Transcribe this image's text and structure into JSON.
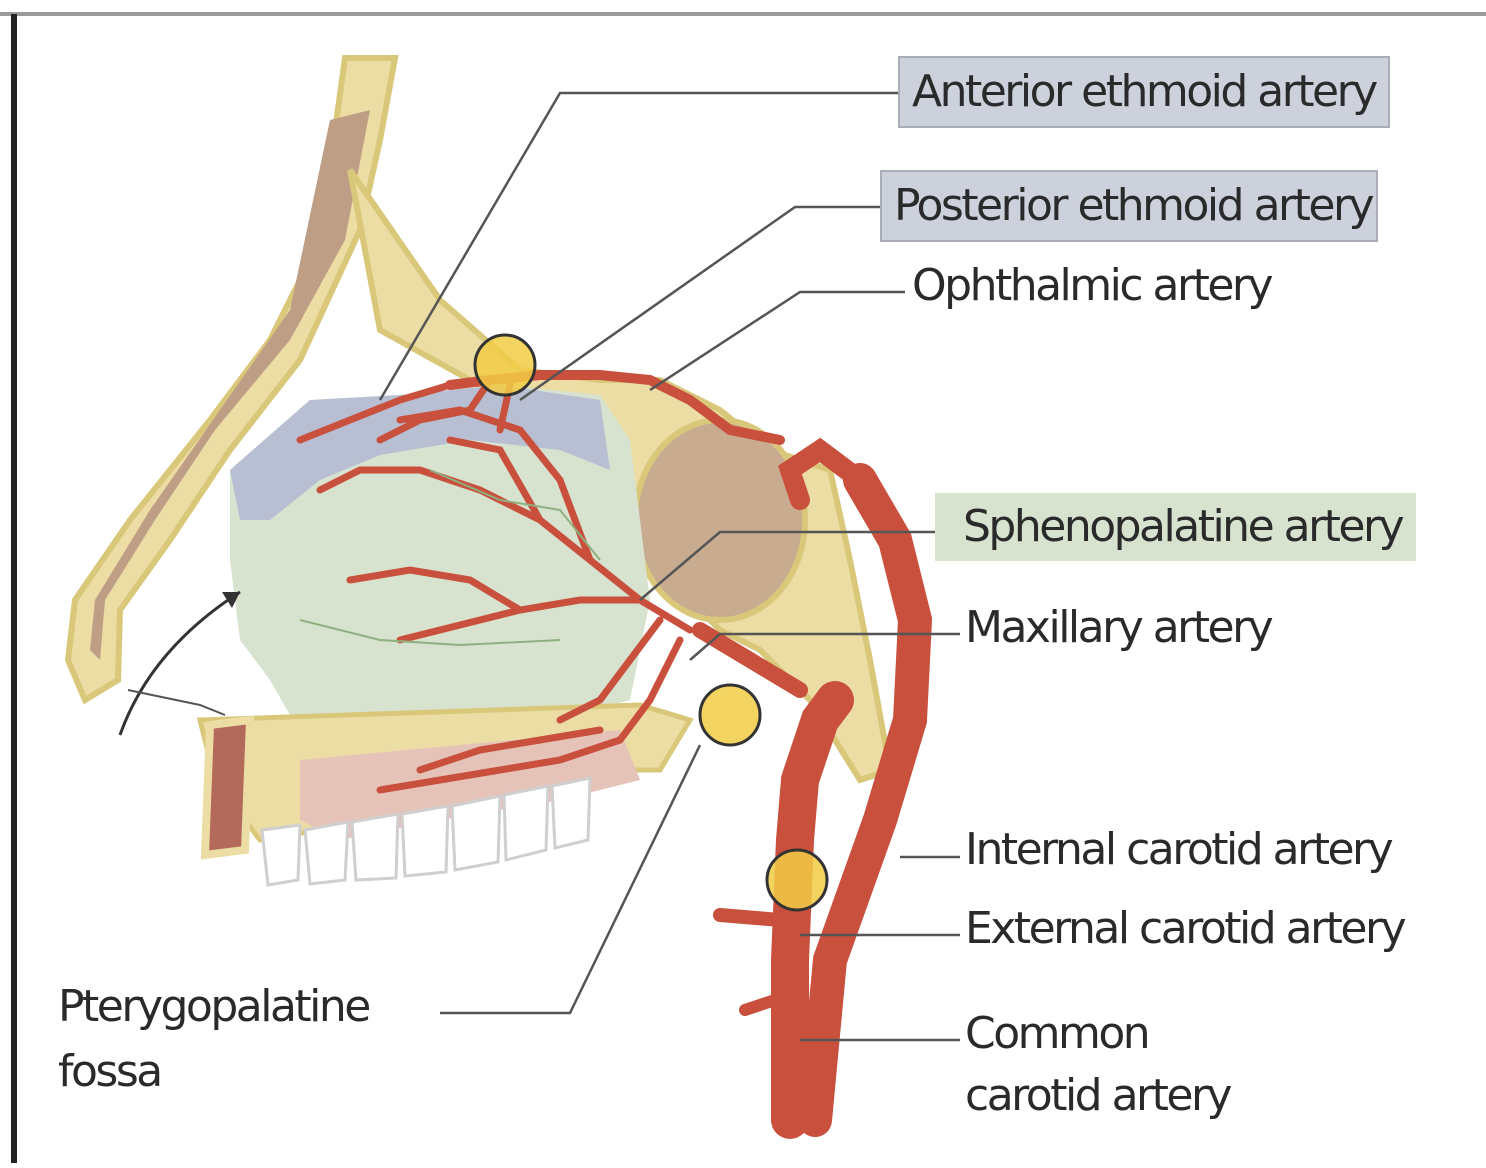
{
  "labels": {
    "anterior_ethmoid": "Anterior ethmoid artery",
    "posterior_ethmoid": "Posterior ethmoid artery",
    "ophthalmic": "Ophthalmic artery",
    "sphenopalatine": "Sphenopalatine artery",
    "maxillary": "Maxillary artery",
    "internal_carotid": "Internal carotid artery",
    "external_carotid": "External carotid artery",
    "common_carotid_line1": "Common",
    "common_carotid_line2": "carotid artery",
    "pterygopalatine_line1": "Pterygopalatine",
    "pterygopalatine_line2": "fossa"
  },
  "colors": {
    "artery": "#c8503c",
    "bone_fill": "#ecdda4",
    "bone_outline": "#d9c77a",
    "cartilage": "#bf9e86",
    "mucosa_green": "#d7e2cf",
    "mucosa_blue": "#b8bfd2",
    "gum": "#e6c3b9",
    "highlight_circle": "#f2cc45",
    "anterior_box": "#cdd1dc",
    "sphenopalatine_box": "#d7e2cf"
  }
}
